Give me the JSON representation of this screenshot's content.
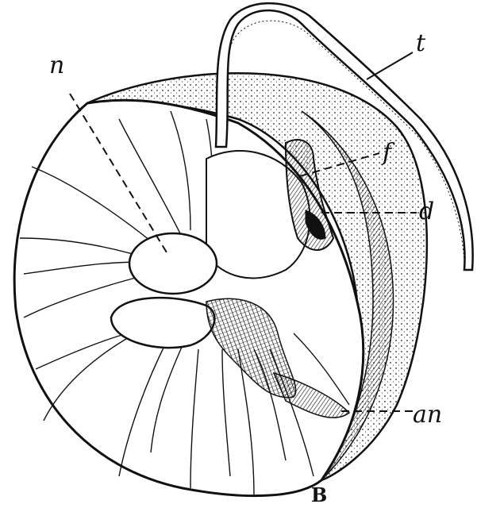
{
  "figure": {
    "labels": {
      "n": "n",
      "t": "t",
      "f": "f",
      "d": "d",
      "an": "an"
    },
    "caption": "B"
  }
}
